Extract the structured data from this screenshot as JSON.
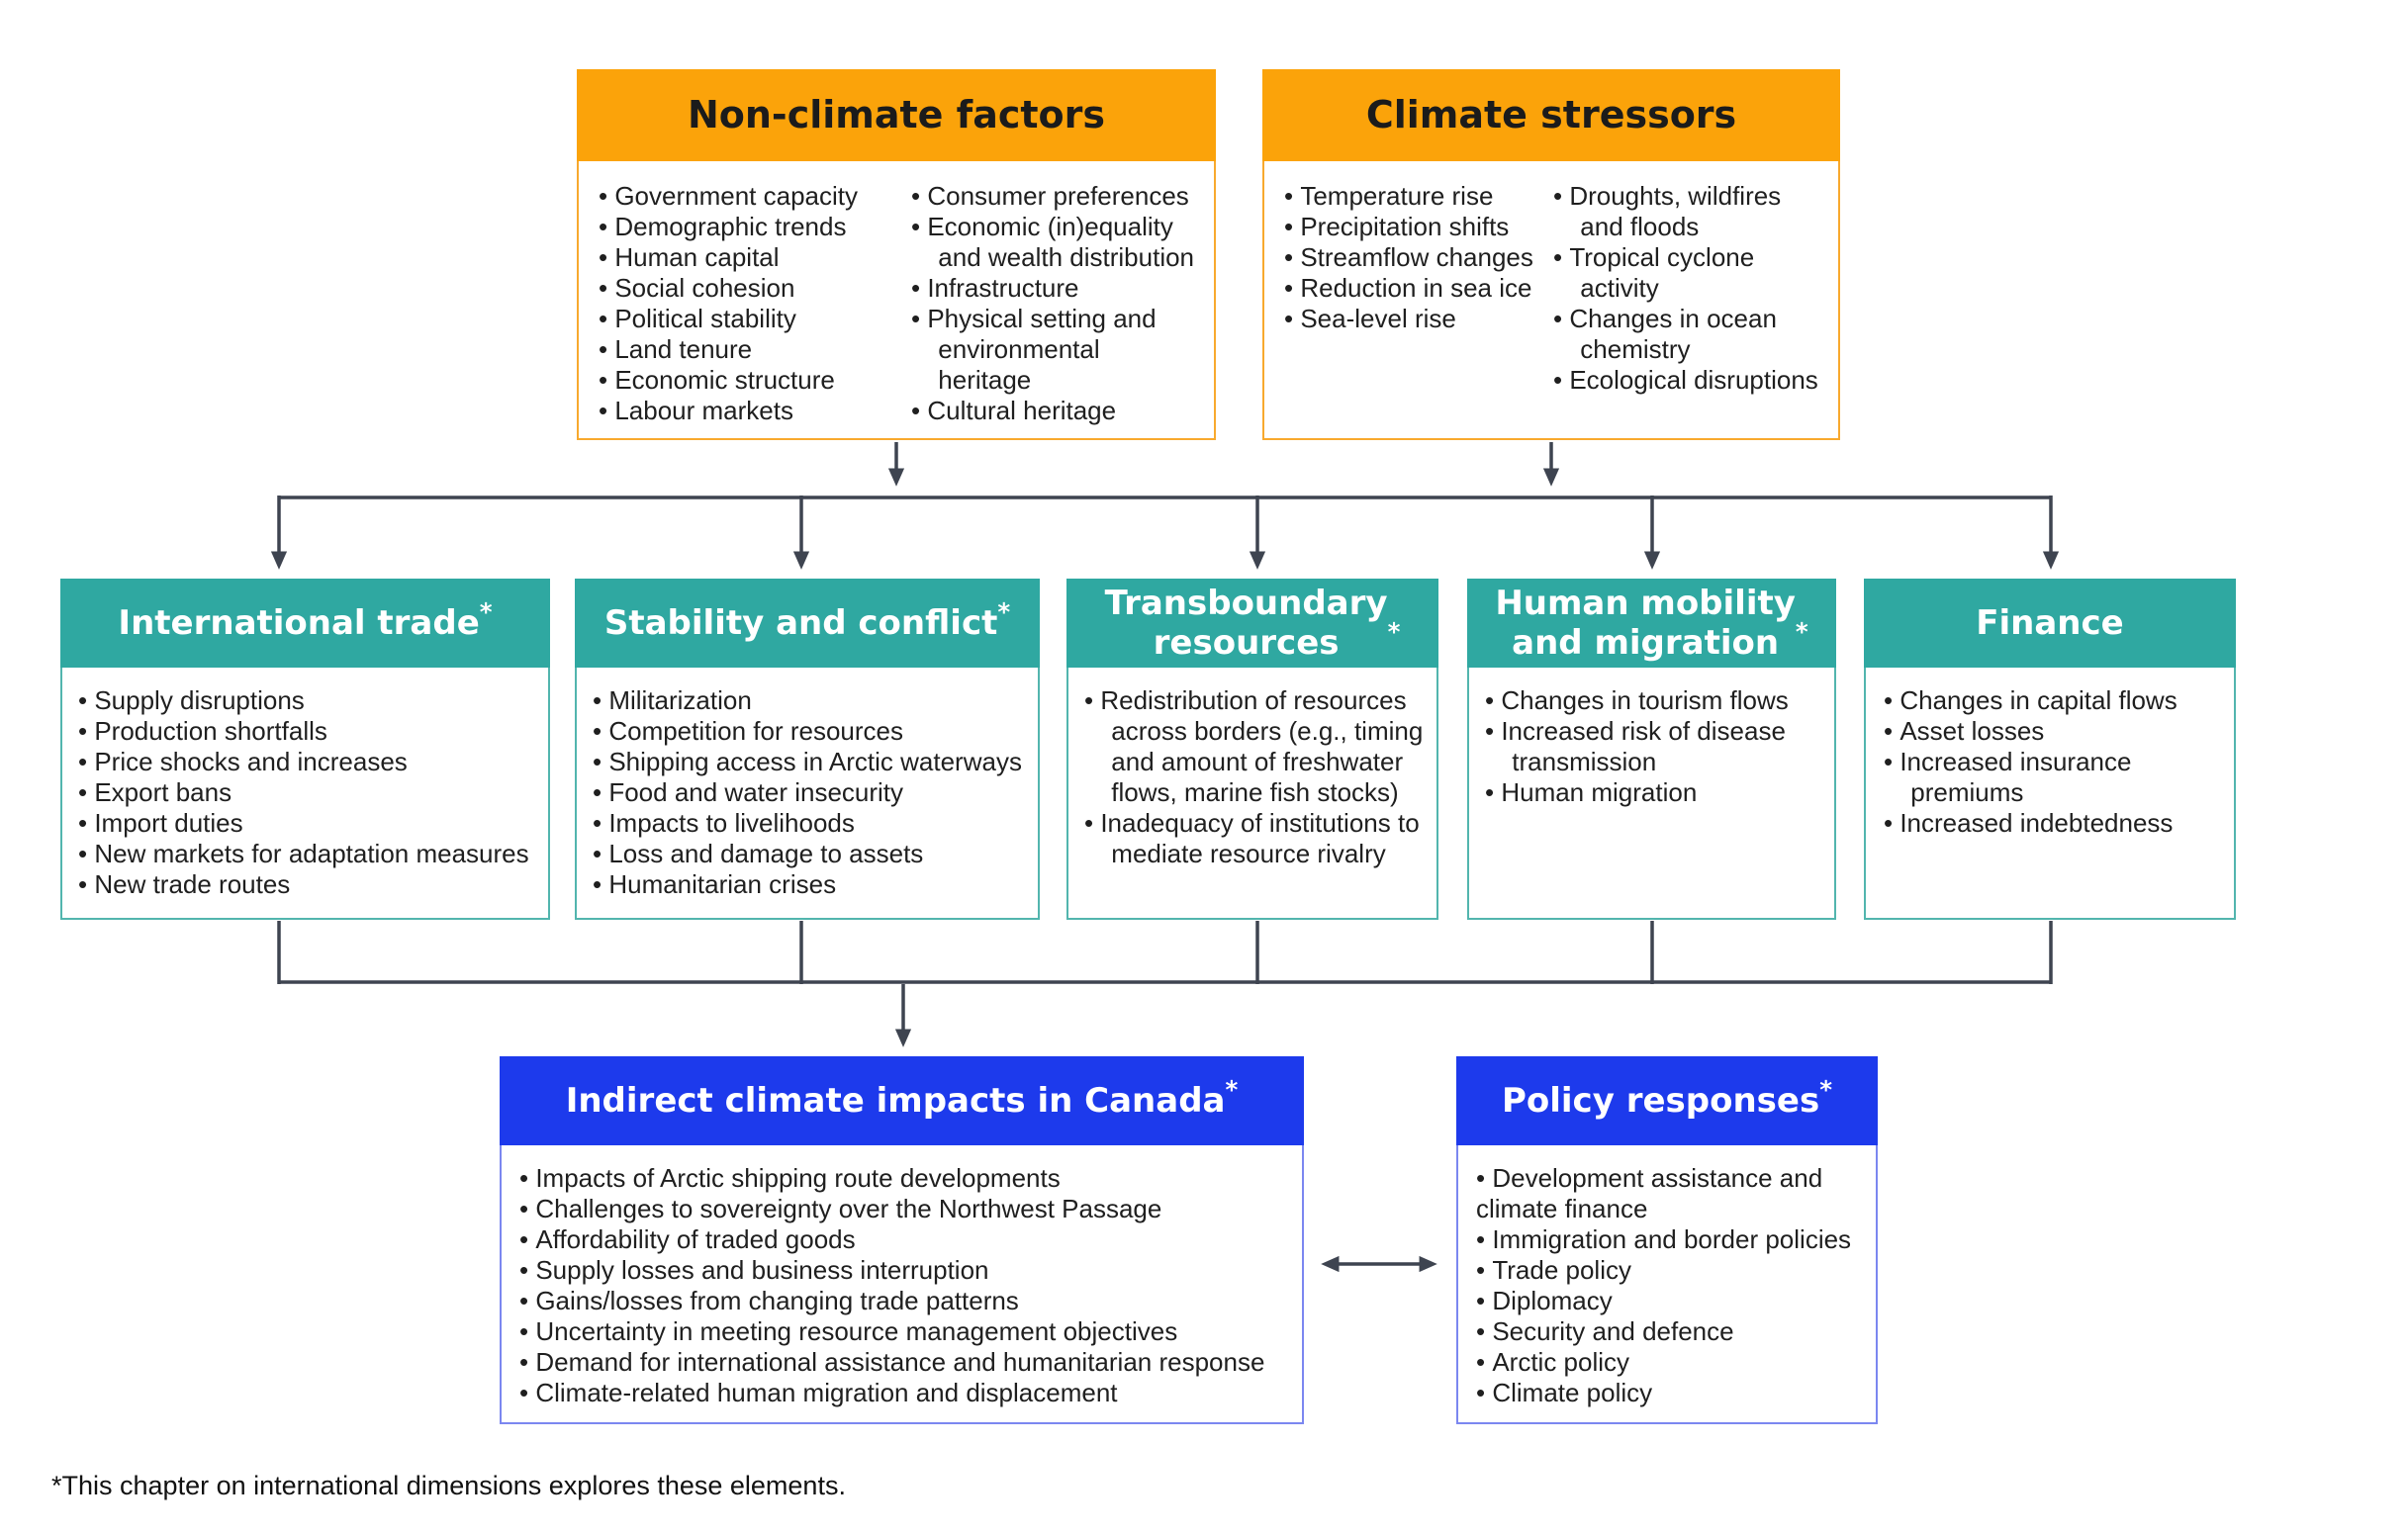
{
  "colors": {
    "orange": "#FBA30A",
    "orange_border": "#F8A92E",
    "teal": "#2FA8A1",
    "teal_border": "#52B5AE",
    "blue": "#1D3AEC",
    "blue_border": "#7B87F0",
    "arrow": "#3E4450"
  },
  "boxes": {
    "non_climate": {
      "title": "Non-climate factors",
      "suffix": "",
      "col1": [
        "Government capacity",
        "Demographic trends",
        "Human capital",
        "Social cohesion",
        "Political stability",
        "Land tenure",
        "Economic structure",
        "Labour markets"
      ],
      "col2": [
        "Consumer preferences",
        "Economic (in)equality and wealth distribution",
        "Infrastructure",
        "Physical setting and environmental heritage",
        "Cultural heritage"
      ]
    },
    "climate_stressors": {
      "title": "Climate stressors",
      "suffix": "",
      "col1": [
        "Temperature rise",
        "Precipitation shifts",
        "Streamflow changes",
        "Reduction in sea ice",
        "Sea-level rise"
      ],
      "col2": [
        "Droughts, wildfires and floods",
        "Tropical cyclone activity",
        "Changes in ocean chemistry",
        "Ecological disruptions"
      ]
    },
    "trade": {
      "title": "International trade",
      "suffix": "*",
      "items": [
        "Supply disruptions",
        "Production shortfalls",
        "Price shocks and increases",
        "Export bans",
        "Import duties",
        "New markets for adaptation measures",
        "New trade routes"
      ]
    },
    "stability": {
      "title": "Stability and conflict",
      "suffix": "*",
      "items": [
        "Militarization",
        "Competition for resources",
        "Shipping access in Arctic waterways",
        "Food and water insecurity",
        "Impacts to livelihoods",
        "Loss and damage to assets",
        "Humanitarian crises"
      ]
    },
    "transboundary": {
      "title": "Transboundary\nresources",
      "suffix": "*",
      "items": [
        "Redistribution of resources across borders (e.g., timing and amount of freshwater flows, marine fish stocks)",
        "Inadequacy of institutions to mediate resource rivalry"
      ]
    },
    "mobility": {
      "title": "Human mobility\nand migration",
      "suffix": "*",
      "items": [
        "Changes in tourism flows",
        "Increased risk of disease transmission",
        "Human migration"
      ]
    },
    "finance": {
      "title": "Finance",
      "suffix": "",
      "items": [
        "Changes in capital flows",
        "Asset losses",
        "Increased insurance premiums",
        "Increased indebtedness"
      ]
    },
    "indirect": {
      "title": "Indirect climate impacts in Canada",
      "suffix": "*",
      "items": [
        "Impacts of Arctic shipping route developments",
        "Challenges to sovereignty over the Northwest Passage",
        "Affordability of traded goods",
        "Supply losses and business interruption",
        "Gains/losses from changing trade patterns",
        "Uncertainty in meeting resource management objectives",
        "Demand for international assistance and humanitarian response",
        "Climate-related human migration and displacement"
      ]
    },
    "policy": {
      "title": "Policy responses",
      "suffix": "*",
      "items": [
        "Development assistance and climate finance",
        "Immigration and border policies",
        "Trade policy",
        "Diplomacy",
        "Security and defence",
        "Arctic policy",
        "Climate policy"
      ]
    }
  },
  "footnote": "*This chapter on international dimensions explores these elements."
}
